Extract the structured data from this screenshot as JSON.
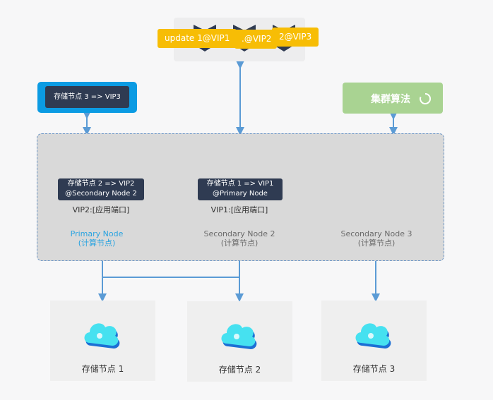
{
  "client": {
    "tag1": "update 1@VIP1",
    "tag2": ".@VIP2",
    "tag3": "2@VIP3"
  },
  "vip3_box": "存储节点 3 => VIP3",
  "algorithm": "集群算法",
  "cluster": {
    "box_vip2": {
      "line1": "存储节点 2 => VIP2",
      "line2": "@Secondary Node 2"
    },
    "box_vip1": {
      "line1": "存储节点 1 => VIP1",
      "line2": "@Primary Node"
    },
    "port_vip2": "VIP2:[应用端口]",
    "port_vip1": "VIP1:[应用端口]",
    "primary": {
      "name": "Primary Node",
      "sub": "(计算节点)"
    },
    "secondary2": {
      "name": "Secondary Node 2",
      "sub": "(计算节点)"
    },
    "secondary3": {
      "name": "Secondary Node 3",
      "sub": "(计算节点)"
    }
  },
  "storage": [
    "存储节点 1",
    "存储节点 2",
    "存储节点 3"
  ],
  "colors": {
    "accent_blue": "#0b9be3",
    "line_blue": "#5b9bd5",
    "tag_yellow": "#f7bd05",
    "algo_green": "#a9d392",
    "dark_box": "#2f3b52"
  }
}
